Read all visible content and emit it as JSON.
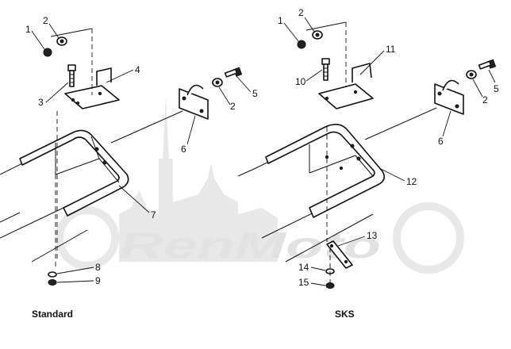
{
  "watermark": {
    "text": "RenMoto"
  },
  "standard": {
    "caption": "Standard",
    "callouts": [
      "1",
      "2",
      "3",
      "4",
      "5",
      "2",
      "6",
      "7",
      "8",
      "9"
    ]
  },
  "sks": {
    "caption": "SKS",
    "callouts": [
      "1",
      "2",
      "10",
      "11",
      "5",
      "2",
      "6",
      "12",
      "13",
      "14",
      "15"
    ]
  },
  "colors": {
    "line": "#111111",
    "watermark": "#e2e2e2",
    "background": "#ffffff"
  }
}
